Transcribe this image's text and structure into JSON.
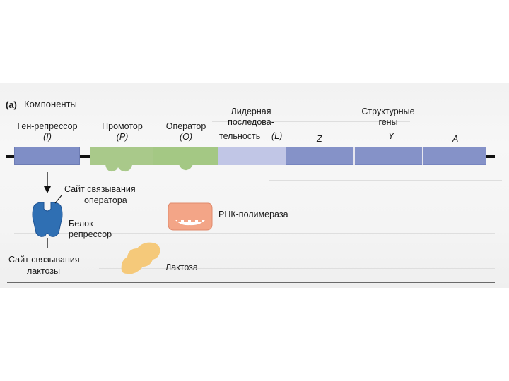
{
  "panel": {
    "letter": "(a)",
    "title": "Компоненты"
  },
  "gene": {
    "repressor_gene": {
      "name": "Ген-репрессор",
      "symbol": "(I)"
    },
    "promoter": {
      "name": "Промотор",
      "symbol": "(P)"
    },
    "operator": {
      "name": "Оператор",
      "symbol": "(O)"
    },
    "leader": {
      "line1": "Лидерная",
      "line2": "последова-",
      "line3": "тельность",
      "symbol": "(L)"
    },
    "structural": {
      "line1": "Структурные",
      "line2": "гены"
    },
    "genes": [
      "Z",
      "Y",
      "A"
    ]
  },
  "repressor": {
    "operator_site_line1": "Сайт связывания",
    "operator_site_line2": "оператора",
    "protein_line1": "Белок-",
    "protein_line2": "репрессор",
    "lactose_site_line1": "Сайт связывания",
    "lactose_site_line2": "лактозы"
  },
  "polymerase": {
    "label": "РНК-полимераза"
  },
  "lactose": {
    "label": "Лактоза"
  },
  "colors": {
    "repressor_gene": "#7f8ec6",
    "promoter": "#a9c98a",
    "operator": "#a4c884",
    "leader": "#c1c6e6",
    "structural": "#8592c8",
    "repressor_protein": "#2f6fb3",
    "polymerase": "#f3a587",
    "lactose": "#f5c97a"
  }
}
